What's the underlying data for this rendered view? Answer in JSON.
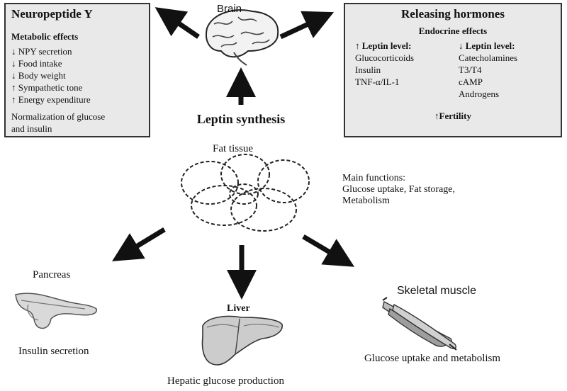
{
  "colors": {
    "box_fill": "#e9e9e9",
    "box_border": "#333333",
    "arrow": "#111111",
    "text": "#111111"
  },
  "center": {
    "title": "Leptin synthesis",
    "tissue_label": "Fat tissue",
    "main_functions": [
      "Main functions:",
      "Glucose uptake, Fat storage,",
      "Metabolism"
    ]
  },
  "brain": {
    "label": "Brain",
    "icon": "brain-illustration"
  },
  "npy_box": {
    "title": "Neuropeptide Y",
    "subtitle": "Metabolic effects",
    "items": [
      "↓ NPY secretion",
      "↓ Food intake",
      "↓ Body weight",
      "↑ Sympathetic tone",
      "↑ Energy expenditure"
    ],
    "note_lines": [
      "Normalization of glucose",
      "and insulin"
    ]
  },
  "releasing_box": {
    "title": "Releasing hormones",
    "subtitle": "Endocrine effects",
    "left_header": "↑ Leptin level:",
    "left_items": [
      "Glucocorticoids",
      "Insulin",
      "TNF-α/IL-1"
    ],
    "right_header": "↓  Leptin level:",
    "right_items": [
      "Catecholamines",
      "T3/T4",
      "cAMP",
      "Androgens"
    ],
    "footer": "↑Fertility"
  },
  "pancreas": {
    "label": "Pancreas",
    "effect": "Insulin secretion",
    "icon": "pancreas-illustration"
  },
  "liver": {
    "label": "Liver",
    "effect": "Hepatic glucose production",
    "icon": "liver-illustration"
  },
  "muscle": {
    "label": "Skeletal muscle",
    "effect": "Glucose uptake and metabolism",
    "icon": "muscle-illustration"
  }
}
